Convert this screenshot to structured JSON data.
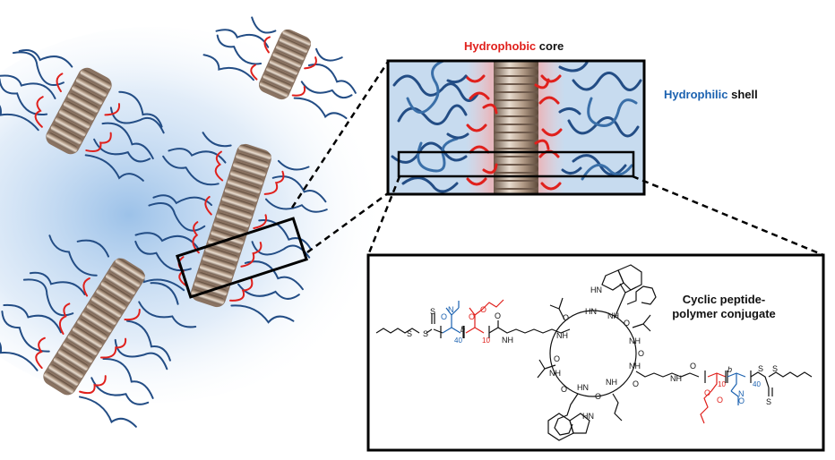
{
  "labels": {
    "core_word": "Hydrophobic",
    "core_suffix": "core",
    "shell_word": "Hydrophilic",
    "shell_suffix": "shell",
    "conjugate_line1": "Cyclic peptide-",
    "conjugate_line2": "polymer conjugate"
  },
  "chemistry": {
    "n_label": "N",
    "nh_label": "NH",
    "hn_label": "HN",
    "o_label": "O",
    "s_label": "S",
    "b_label": "b",
    "dp_hydrophilic": "40",
    "dp_hydrophobic": "10"
  },
  "colors": {
    "hydrophobic": "#e0201c",
    "hydrophilic": "#1c62b0",
    "halo": "#4b8fd6",
    "tube": "#a08a78"
  }
}
